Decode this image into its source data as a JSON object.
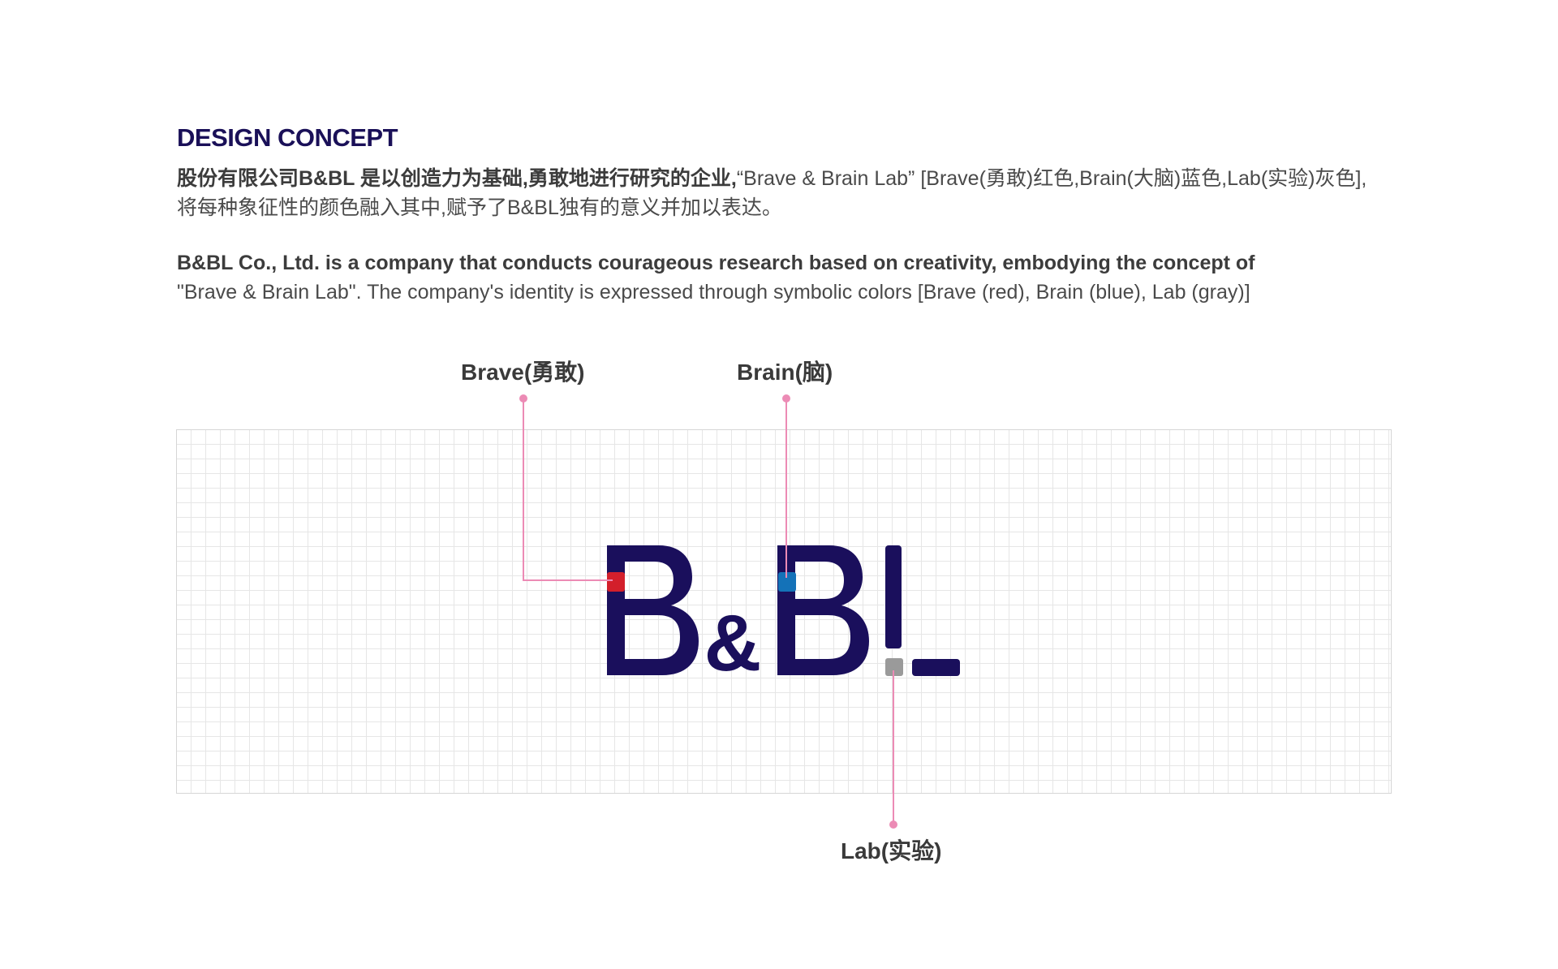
{
  "heading": "DESIGN CONCEPT",
  "zh": {
    "bold": "股份有限公司B&BL 是以创造力为基础,勇敢地进行研究的企业,",
    "rest_line1": "“Brave & Brain Lab” [Brave(勇敢)红色,Brain(大脑)蓝色,Lab(实验)灰色],",
    "line2": "将每种象征性的颜色融入其中,赋予了B&BL独有的意义并加以表达。"
  },
  "en": {
    "line1": "B&BL Co., Ltd. is a company that conducts courageous research based on creativity, embodying the concept of",
    "line2": "\"Brave & Brain Lab\". The company's identity is expressed through symbolic colors [Brave (red), Brain (blue), Lab (gray)]"
  },
  "callouts": {
    "brave": "Brave(勇敢)",
    "brain": "Brain(脑)",
    "lab": "Lab(实验)"
  },
  "colors": {
    "navy": "#1a0f5c",
    "red": "#d31f2b",
    "blue": "#1472b8",
    "gray": "#9a9a9a",
    "pink": "#ec8bb5"
  },
  "logo": {
    "alt": "B&BL"
  }
}
